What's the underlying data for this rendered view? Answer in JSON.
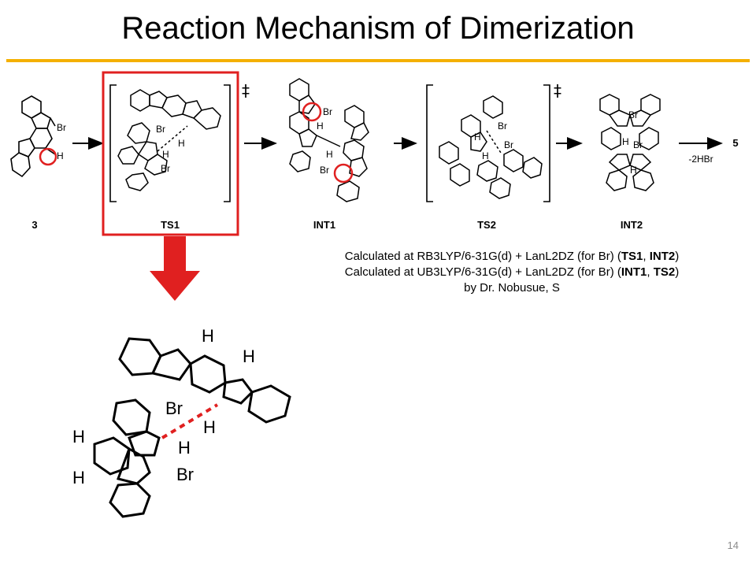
{
  "title": "Reaction Mechanism of Dimerization",
  "labels": {
    "c3": "3",
    "ts1": "TS1",
    "int1": "INT1",
    "ts2": "TS2",
    "int2": "INT2",
    "product": "5",
    "byproduct": "-2HBr",
    "dagger": "‡"
  },
  "atoms": {
    "br": "Br",
    "h": "H"
  },
  "notes": {
    "line1_prefix": "Calculated at RB3LYP/6-31G(d) + LanL2DZ (for Br) (",
    "line1_b1": "TS1",
    "line1_sep": ", ",
    "line1_b2": "INT2",
    "line1_suffix": ")",
    "line2_prefix": "Calculated at UB3LYP/6-31G(d) + LanL2DZ (for Br) (",
    "line2_b1": "INT1",
    "line2_sep": ", ",
    "line2_b2": "TS2",
    "line2_suffix": ")",
    "line3": "by Dr. Nobusue, S"
  },
  "page_number": "14",
  "colors": {
    "accent_rule": "#f4b000",
    "highlight": "#e02020",
    "text": "#000000",
    "page_number": "#8c8c8c"
  }
}
